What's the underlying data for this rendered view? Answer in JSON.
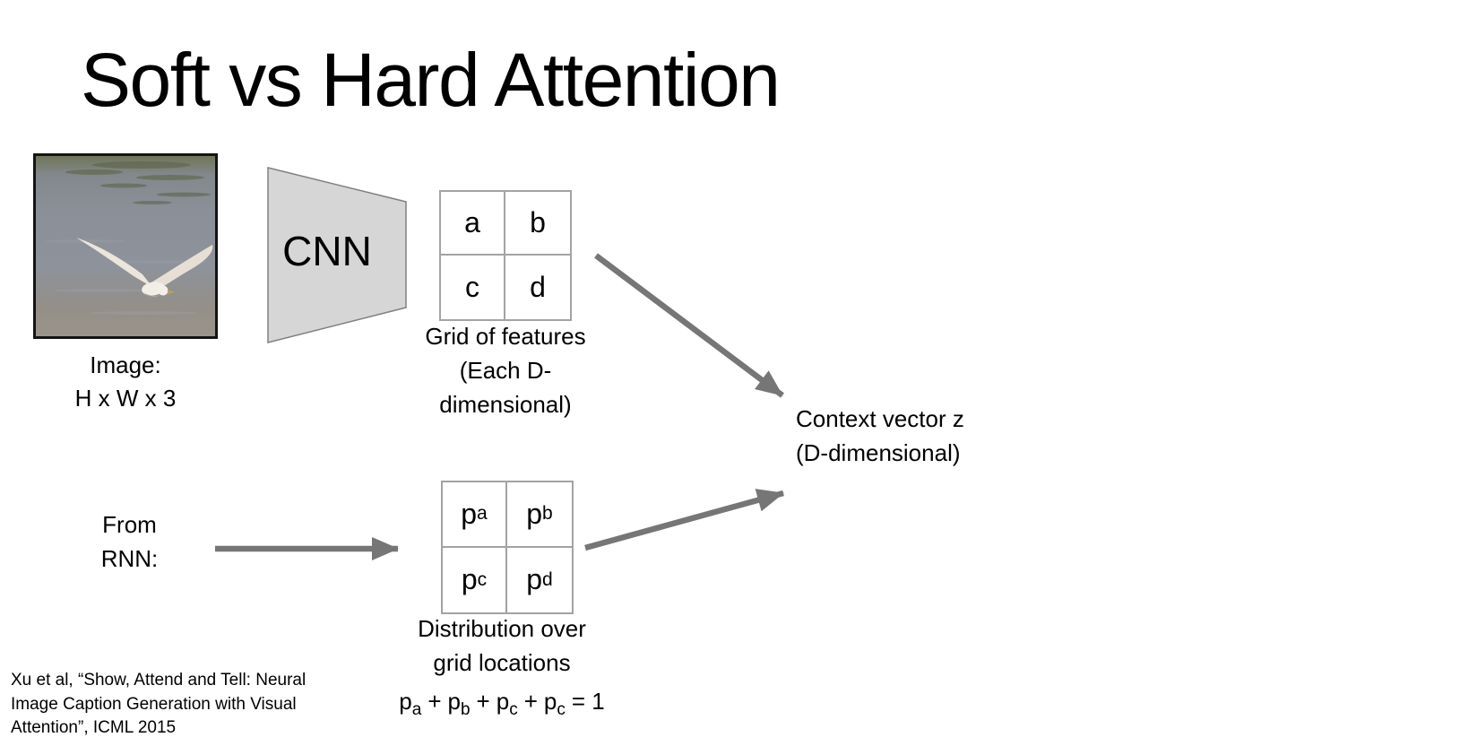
{
  "slide": {
    "title": "Soft vs Hard Attention",
    "image": {
      "alt": "seagull flying over water",
      "caption_line1": "Image:",
      "caption_line2": "H x W x 3"
    },
    "cnn": {
      "label": "CNN"
    },
    "feature_grid": {
      "cells": [
        "a",
        "b",
        "c",
        "d"
      ],
      "caption_lines": [
        "Grid of features",
        "(Each D-",
        "dimensional)"
      ]
    },
    "context_vector": {
      "line1": "Context vector z",
      "line2": "(D-dimensional)"
    },
    "rnn": {
      "line1": "From",
      "line2": "RNN:"
    },
    "prob_grid": {
      "cells": [
        {
          "base": "p",
          "sub": "a"
        },
        {
          "base": "p",
          "sub": "b"
        },
        {
          "base": "p",
          "sub": "c"
        },
        {
          "base": "p",
          "sub": "d"
        }
      ],
      "caption_lines": [
        "Distribution over",
        "grid locations"
      ]
    },
    "equation": {
      "base": "p",
      "subs": [
        "a",
        "b",
        "c",
        "c"
      ],
      "plus": "+",
      "result": "= 1"
    },
    "citation_lines": [
      "Xu et al, “Show, Attend and Tell: Neural",
      "Image Caption Generation with Visual",
      "Attention”, ICML 2015"
    ],
    "colors": {
      "arrow": "#767676",
      "trapezoid_fill": "#d6d6d6",
      "trapezoid_stroke": "#808080",
      "grid_border": "#a3a3a3",
      "text": "#000000"
    }
  }
}
